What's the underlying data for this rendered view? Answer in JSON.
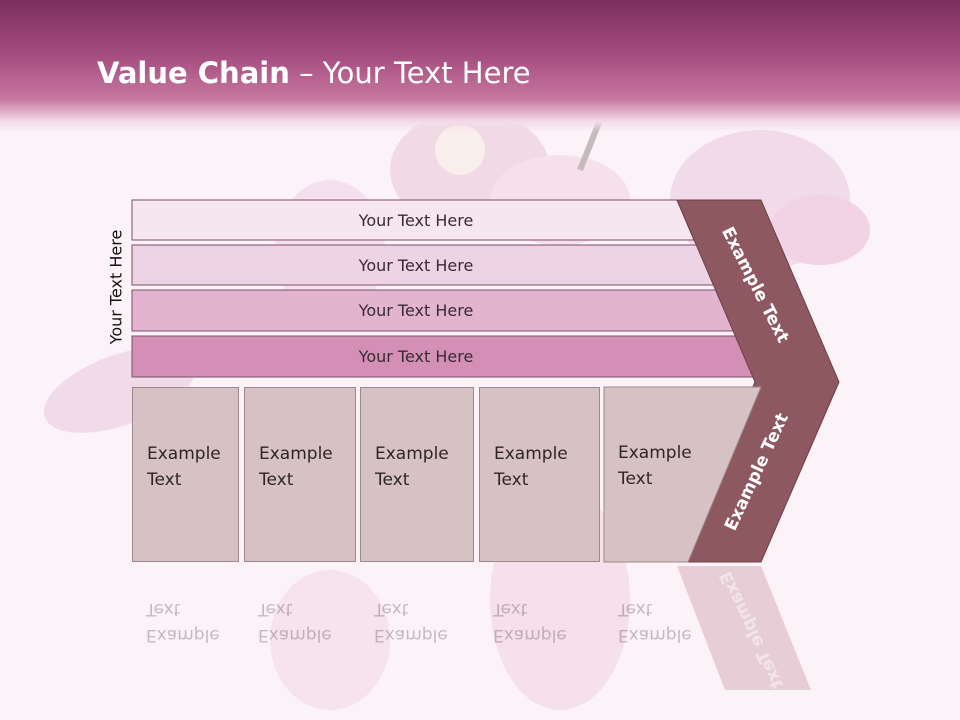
{
  "header": {
    "title_bold": "Value Chain",
    "title_rest": " – Your Text Here"
  },
  "side_label": "Your Text Here",
  "rows": [
    {
      "label": "Your Text Here",
      "color": "#f6e6f0"
    },
    {
      "label": "Your Text Here",
      "color": "#edd3e3"
    },
    {
      "label": "Your Text Here",
      "color": "#e2b4d0"
    },
    {
      "label": "Your Text Here",
      "color": "#d48fb6"
    }
  ],
  "boxes": [
    {
      "line1": "Example",
      "line2": "Text"
    },
    {
      "line1": "Example",
      "line2": "Text"
    },
    {
      "line1": "Example",
      "line2": "Text"
    },
    {
      "line1": "Example",
      "line2": "Text"
    },
    {
      "line1": "Example",
      "line2": "Text"
    }
  ],
  "chevron": {
    "upper_label": "Example Text",
    "lower_label": "Example Text",
    "color": "#8e5860"
  }
}
